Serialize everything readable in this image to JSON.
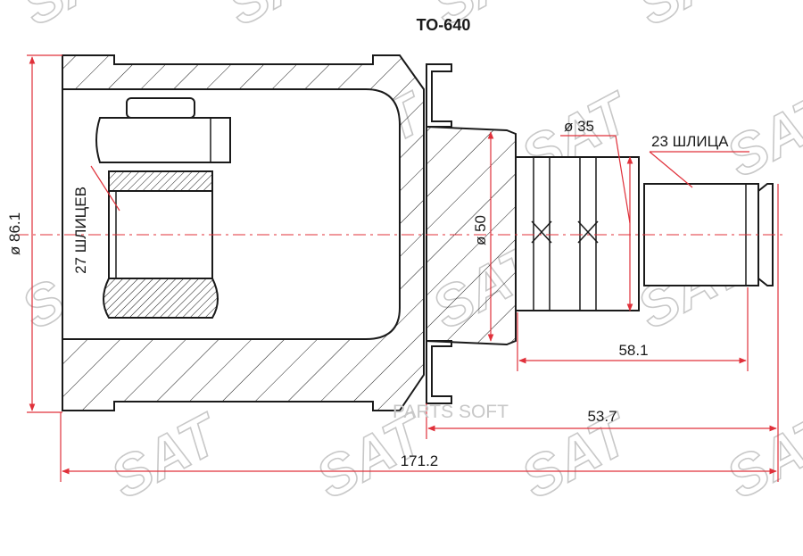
{
  "title": "TO-640",
  "watermark_brand": "SAT",
  "watermark_sub": "PARTS SOFT",
  "dimensions": {
    "outer_diameter": "ø 86.1",
    "flange_diameter": "ø 50",
    "shaft_diameter": "ø 35",
    "overall_length": "171.2",
    "stem_length": "53.7",
    "shaft_length": "58.1"
  },
  "splines": {
    "inner": "27 ШЛИЦЕВ",
    "outer": "23 ШЛИЦА"
  },
  "colors": {
    "line": "#1a1a1a",
    "dimension": "#e0303a",
    "watermark": "#c8c8c8"
  }
}
